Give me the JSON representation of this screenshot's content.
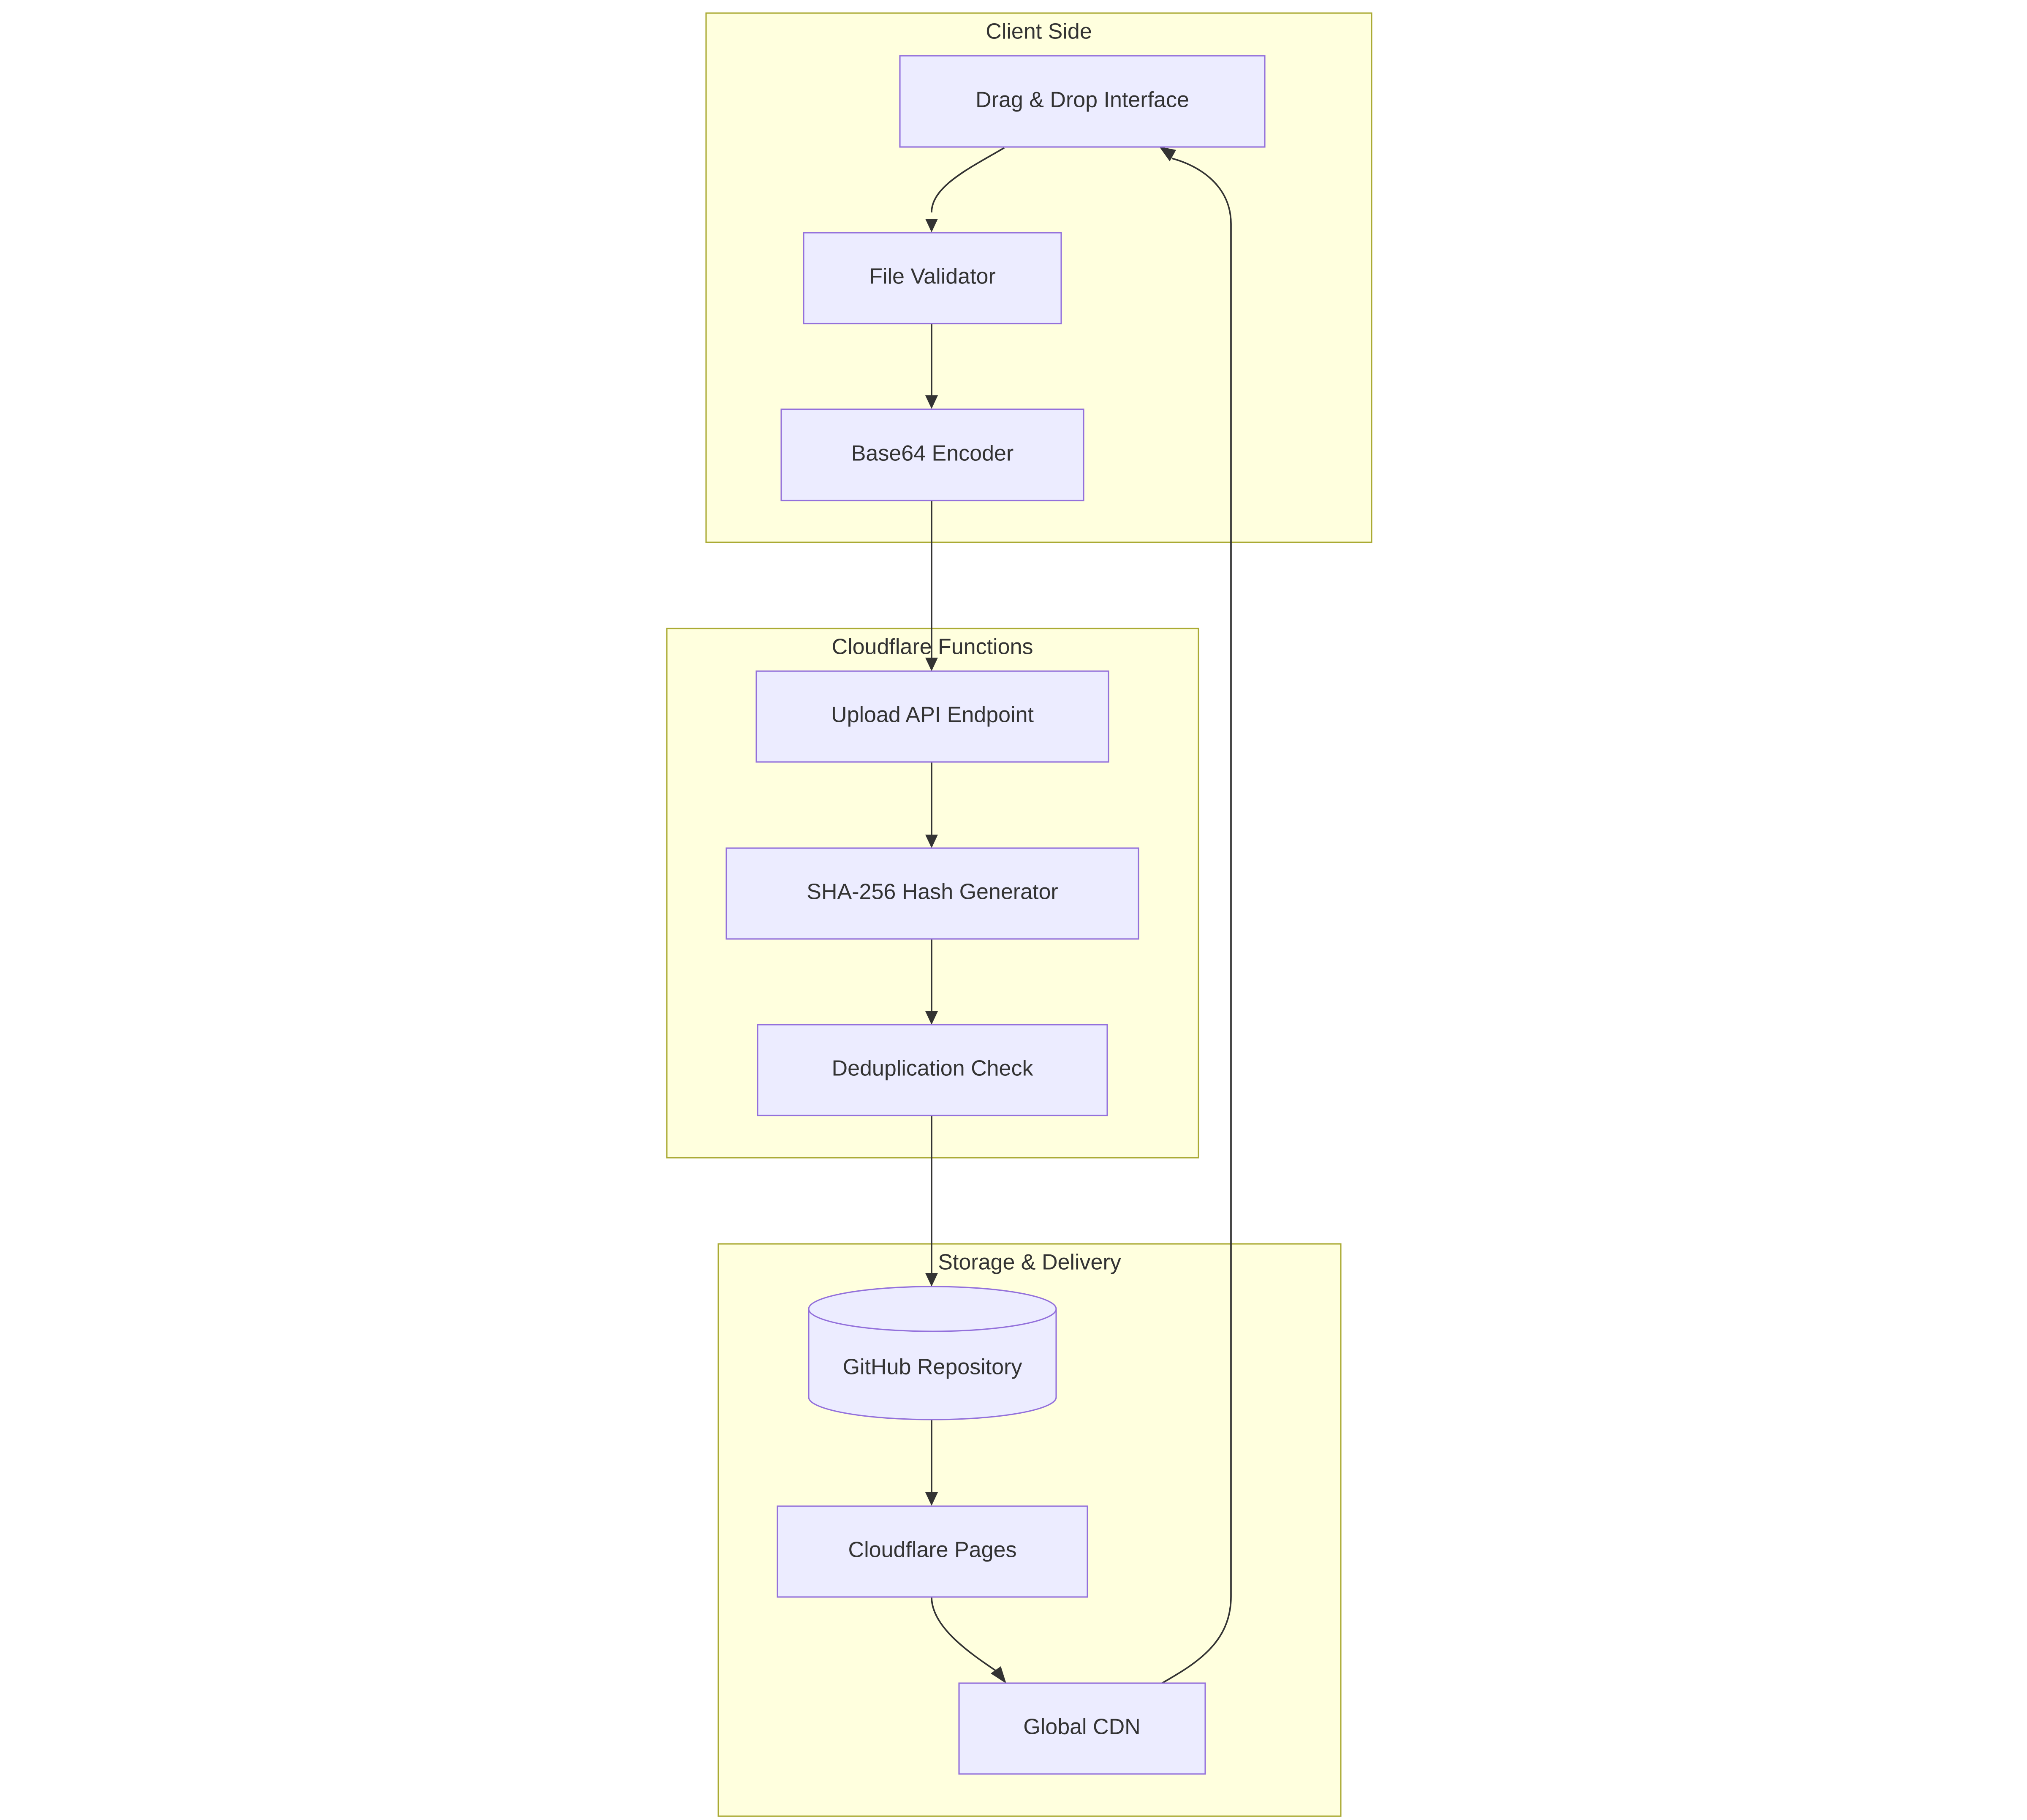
{
  "colors": {
    "cluster_fill": "#ffffde",
    "cluster_stroke": "#aaaa33",
    "node_fill": "#ececff",
    "node_stroke": "#9370db",
    "edge": "#333333",
    "text": "#333333"
  },
  "clusters": [
    {
      "id": "client",
      "label": "Client Side"
    },
    {
      "id": "functions",
      "label": "Cloudflare Functions"
    },
    {
      "id": "storage",
      "label": "Storage & Delivery"
    }
  ],
  "nodes": [
    {
      "id": "dnd",
      "label": "Drag & Drop Interface",
      "shape": "rect",
      "cluster": "client"
    },
    {
      "id": "validator",
      "label": "File Validator",
      "shape": "rect",
      "cluster": "client"
    },
    {
      "id": "encoder",
      "label": "Base64 Encoder",
      "shape": "rect",
      "cluster": "client"
    },
    {
      "id": "upload",
      "label": "Upload API Endpoint",
      "shape": "rect",
      "cluster": "functions"
    },
    {
      "id": "hash",
      "label": "SHA-256 Hash Generator",
      "shape": "rect",
      "cluster": "functions"
    },
    {
      "id": "dedup",
      "label": "Deduplication Check",
      "shape": "rect",
      "cluster": "functions"
    },
    {
      "id": "github",
      "label": "GitHub Repository",
      "shape": "cylinder",
      "cluster": "storage"
    },
    {
      "id": "pages",
      "label": "Cloudflare Pages",
      "shape": "rect",
      "cluster": "storage"
    },
    {
      "id": "cdn",
      "label": "Global CDN",
      "shape": "rect",
      "cluster": "storage"
    }
  ],
  "edges": [
    {
      "from": "dnd",
      "to": "validator"
    },
    {
      "from": "validator",
      "to": "encoder"
    },
    {
      "from": "encoder",
      "to": "upload"
    },
    {
      "from": "upload",
      "to": "hash"
    },
    {
      "from": "hash",
      "to": "dedup"
    },
    {
      "from": "dedup",
      "to": "github"
    },
    {
      "from": "github",
      "to": "pages"
    },
    {
      "from": "pages",
      "to": "cdn"
    },
    {
      "from": "cdn",
      "to": "dnd"
    }
  ]
}
